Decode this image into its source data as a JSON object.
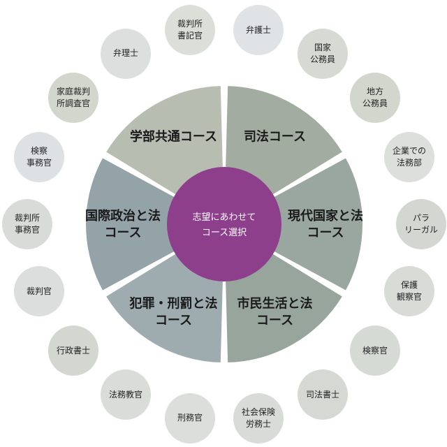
{
  "diagram": {
    "center": {
      "lines": [
        "志望にあわせて",
        "コース選択"
      ],
      "color": "#8e3f8c"
    },
    "segments": [
      {
        "id": "shiho",
        "lines": [
          "司法コース"
        ],
        "color": "#a3aca0"
      },
      {
        "id": "gendai",
        "lines": [
          "現代国家と法",
          "コース"
        ],
        "color": "#9aa6a0"
      },
      {
        "id": "shimin",
        "lines": [
          "市民生活と法",
          "コース"
        ],
        "color": "#98a59d"
      },
      {
        "id": "hanzai",
        "lines": [
          "犯罪・刑罰と法",
          "コース"
        ],
        "color": "#9eabaf"
      },
      {
        "id": "kokusai",
        "lines": [
          "国際政治と法",
          "コース"
        ],
        "color": "#93a3a8"
      },
      {
        "id": "gakubu",
        "lines": [
          "学部共通コース"
        ],
        "color": "#b8bdb2"
      }
    ],
    "careers": [
      {
        "label": "裁判所\n書記官",
        "color": "#dcdfd8"
      },
      {
        "label": "弁護士",
        "color": "#dfe3e6"
      },
      {
        "label": "国家\n公務員",
        "color": "#d6dad2"
      },
      {
        "label": "地方\n公務員",
        "color": "#d2d6cd"
      },
      {
        "label": "企業での\n法務部",
        "color": "#dcdfdb"
      },
      {
        "label": "パラ\nリーガル",
        "color": "#d4d7d1"
      },
      {
        "label": "保護\n観察官",
        "color": "#d8dbd6"
      },
      {
        "label": "検察官",
        "color": "#d6dad5"
      },
      {
        "label": "司法書士",
        "color": "#d6d9d3"
      },
      {
        "label": "社会保険\n労務士",
        "color": "#d8dbd7"
      },
      {
        "label": "刑務官",
        "color": "#dcdedb"
      },
      {
        "label": "法務教官",
        "color": "#d9dcd9"
      },
      {
        "label": "行政書士",
        "color": "#d4d7cf"
      },
      {
        "label": "裁判官",
        "color": "#dbdedc"
      },
      {
        "label": "裁判所\n事務官",
        "color": "#d8dbd8"
      },
      {
        "label": "検察\n事務官",
        "color": "#dde1e4"
      },
      {
        "label": "家庭裁判\n所調査官",
        "color": "#d3d6cd"
      },
      {
        "label": "弁理士",
        "color": "#dcdfdd"
      }
    ]
  }
}
